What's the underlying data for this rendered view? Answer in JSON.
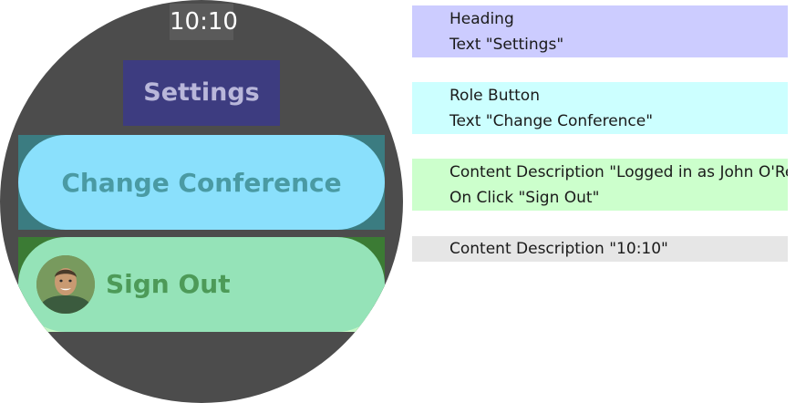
{
  "watch": {
    "time": "10:10",
    "heading": "Settings",
    "buttons": [
      {
        "label": "Change Conference"
      },
      {
        "label": "Sign Out"
      }
    ]
  },
  "annotations": [
    {
      "line1": "Heading",
      "line2": "Text \"Settings\"",
      "color": "#ccccff"
    },
    {
      "line1": "Role Button",
      "line2": "Text \"Change Conference\"",
      "color": "#ccffff"
    },
    {
      "line1": "Content Description \"Logged in as John O'Re",
      "line2": "On Click \"Sign Out\"",
      "color": "#ccffcc"
    },
    {
      "line1": "Content Description \"10:10\"",
      "color": "#e6e6e6"
    }
  ],
  "icons": {
    "avatar": "avatar-photo"
  }
}
